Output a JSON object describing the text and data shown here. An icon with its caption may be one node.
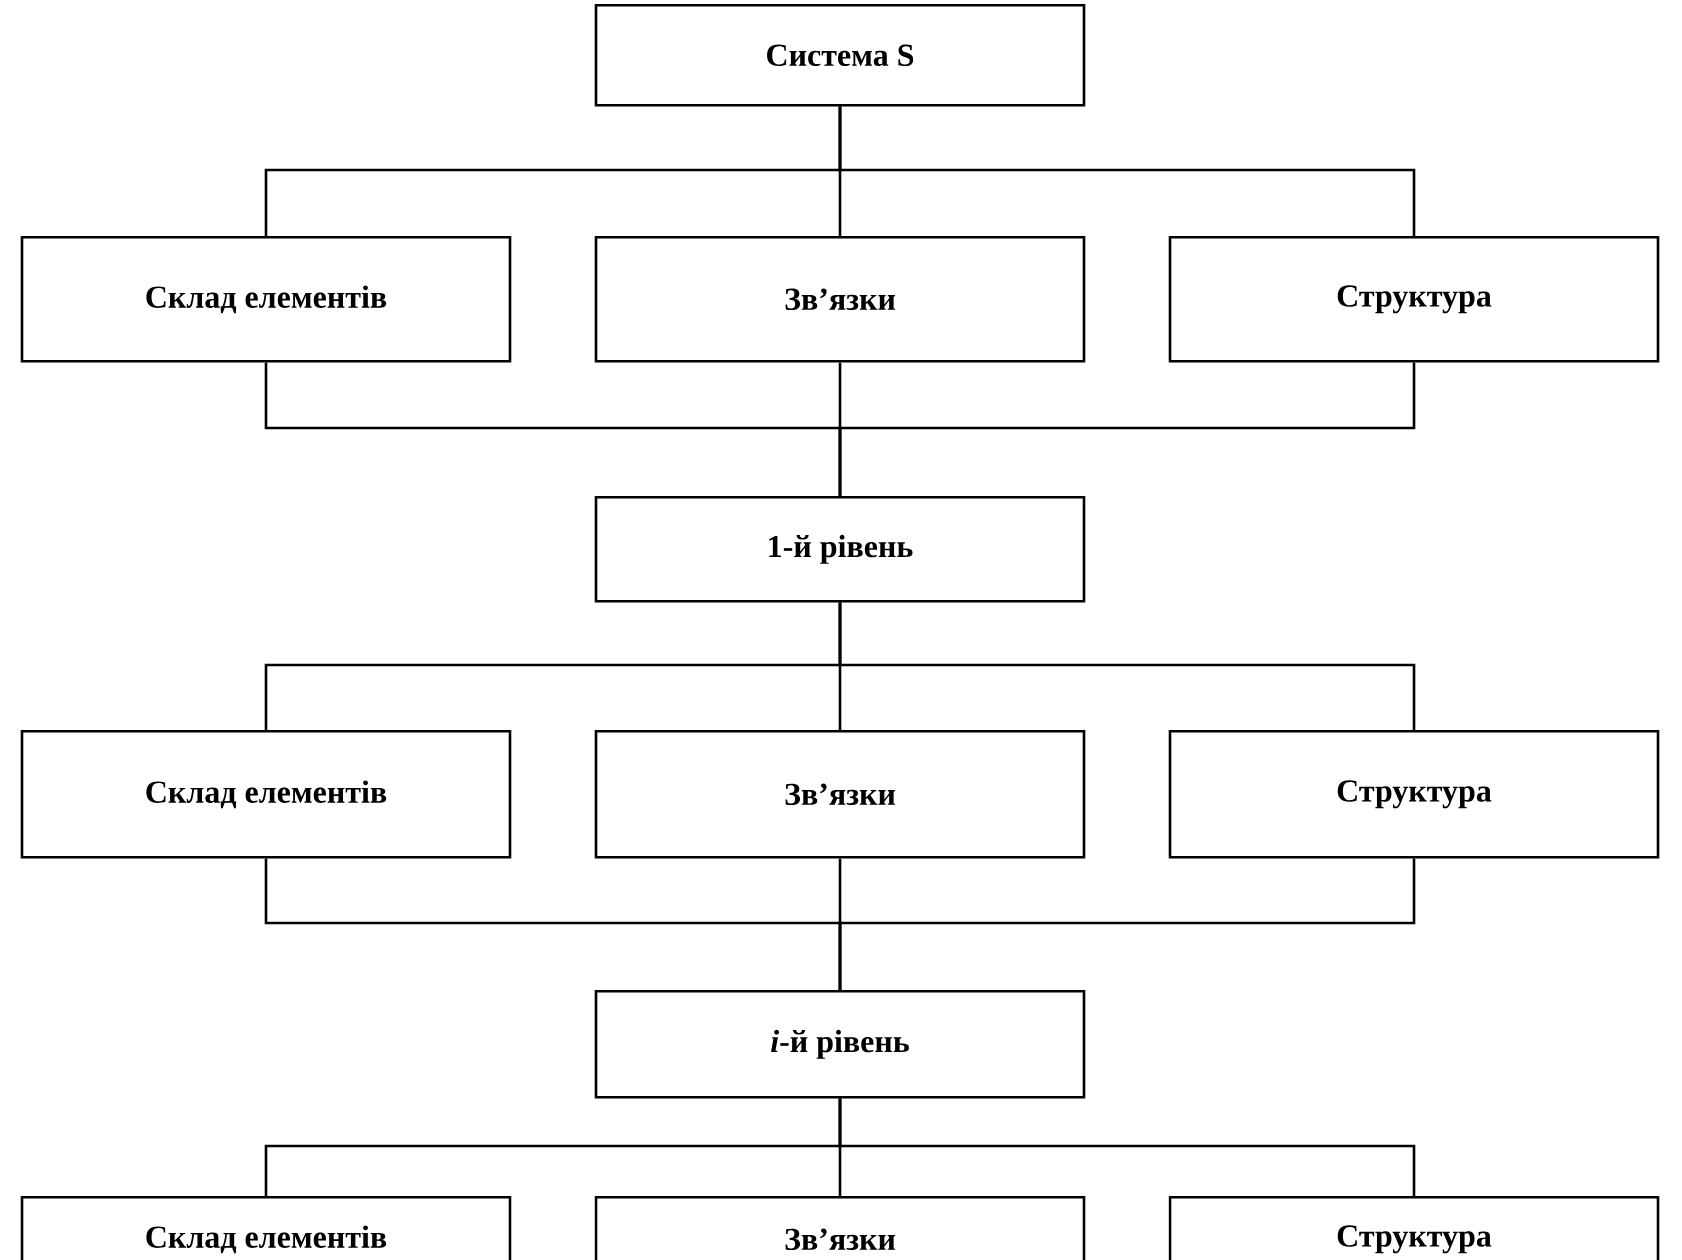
{
  "diagram": {
    "nodes": [
      {
        "text": [
          "Система S"
        ]
      },
      {
        "text": [
          "Склад елементів"
        ]
      },
      {
        "text": [
          "Зв’язки"
        ]
      },
      {
        "text": [
          "Структура"
        ]
      },
      {
        "text": [
          "1-й рівень"
        ]
      },
      {
        "text": [
          "Склад елементів"
        ]
      },
      {
        "text": [
          "Зв’язки"
        ]
      },
      {
        "text": [
          "Структура"
        ]
      },
      {
        "text": [
          "*i*-й рівень"
        ]
      },
      {
        "text": [
          "Склад елементів"
        ]
      },
      {
        "text": [
          "Зв’язки"
        ]
      },
      {
        "text": [
          "Структура"
        ]
      }
    ],
    "edges": [
      {
        "from": 0,
        "to": 1,
        "arrow": "none"
      },
      {
        "from": 0,
        "to": 2,
        "arrow": "none"
      },
      {
        "from": 0,
        "to": 3,
        "arrow": "none"
      },
      {
        "from": 1,
        "to": 4,
        "arrow": "none"
      },
      {
        "from": 2,
        "to": 4,
        "arrow": "none"
      },
      {
        "from": 3,
        "to": 4,
        "arrow": "none"
      },
      {
        "from": 4,
        "to": 5,
        "arrow": "none"
      },
      {
        "from": 4,
        "to": 6,
        "arrow": "none"
      },
      {
        "from": 4,
        "to": 7,
        "arrow": "none"
      },
      {
        "from": 5,
        "to": 8,
        "arrow": "none"
      },
      {
        "from": 6,
        "to": 8,
        "arrow": "none"
      },
      {
        "from": 7,
        "to": 8,
        "arrow": "none"
      },
      {
        "from": 8,
        "to": 9,
        "arrow": "none"
      },
      {
        "from": 8,
        "to": 10,
        "arrow": "none"
      },
      {
        "from": 8,
        "to": 11,
        "arrow": "none"
      }
    ]
  }
}
